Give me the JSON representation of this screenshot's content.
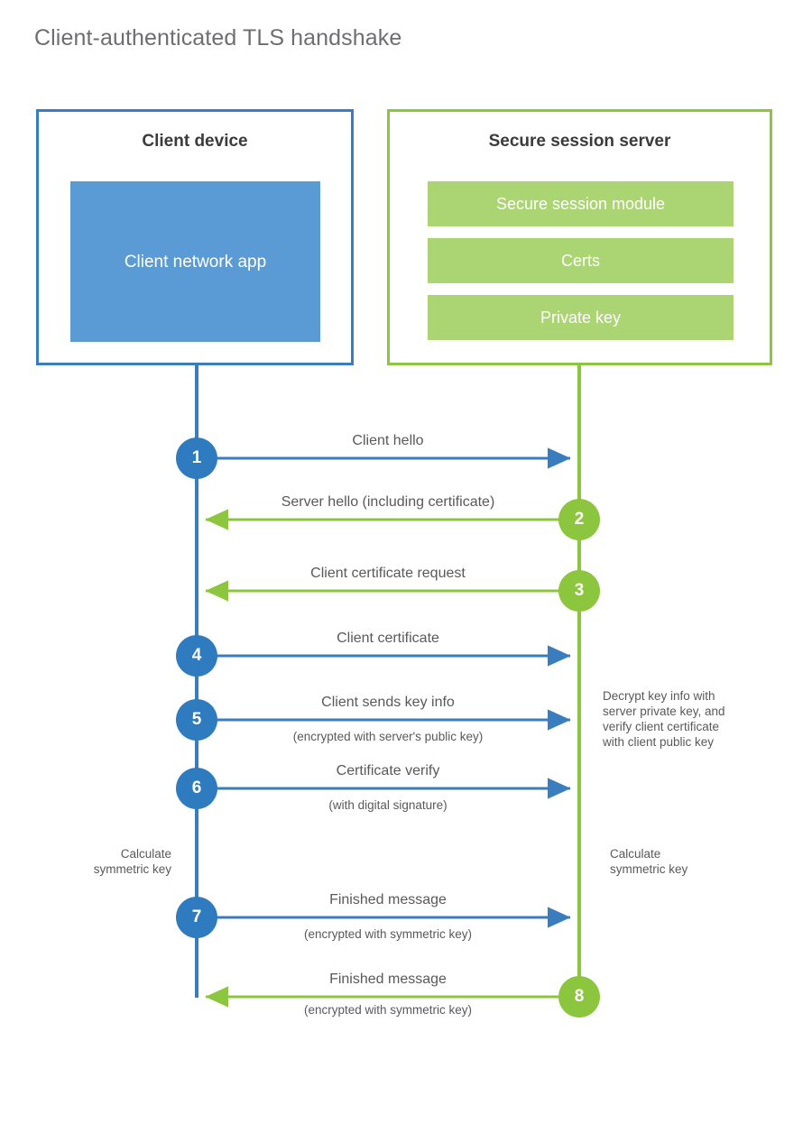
{
  "title": "Client-authenticated TLS handshake",
  "colors": {
    "client_accent": "#3a7dbf",
    "client_fill": "#5b9bd5",
    "client_circle": "#2e7cbf",
    "server_accent": "#8cc63e",
    "server_fill": "#abd472",
    "text": "#58595b",
    "title_text": "#6d6e71",
    "background": "#ffffff"
  },
  "actors": {
    "client": {
      "title": "Client device",
      "component": "Client network app"
    },
    "server": {
      "title": "Secure session server",
      "components": [
        "Secure session module",
        "Certs",
        "Private key"
      ]
    }
  },
  "messages": [
    {
      "step": "1",
      "label": "Client hello",
      "sublabel": "",
      "direction": "client-to-server",
      "origin": "client"
    },
    {
      "step": "2",
      "label": "Server hello (including certificate)",
      "sublabel": "",
      "direction": "server-to-client",
      "origin": "server"
    },
    {
      "step": "3",
      "label": "Client certificate request",
      "sublabel": "",
      "direction": "server-to-client",
      "origin": "server"
    },
    {
      "step": "4",
      "label": "Client certificate",
      "sublabel": "",
      "direction": "client-to-server",
      "origin": "client"
    },
    {
      "step": "5",
      "label": "Client sends key info",
      "sublabel": "(encrypted with server's public key)",
      "direction": "client-to-server",
      "origin": "client"
    },
    {
      "step": "6",
      "label": "Certificate verify",
      "sublabel": "(with digital signature)",
      "direction": "client-to-server",
      "origin": "client"
    },
    {
      "step": "7",
      "label": "Finished message",
      "sublabel": "(encrypted with symmetric key)",
      "direction": "client-to-server",
      "origin": "client"
    },
    {
      "step": "8",
      "label": "Finished message",
      "sublabel": "(encrypted with symmetric key)",
      "direction": "server-to-client",
      "origin": "server"
    }
  ],
  "annotations": {
    "server_decrypt": "Decrypt key info with\nserver private key, and\nverify client certificate\nwith client public key",
    "client_calculate": "Calculate\nsymmetric key",
    "server_calculate": "Calculate\nsymmetric key"
  }
}
